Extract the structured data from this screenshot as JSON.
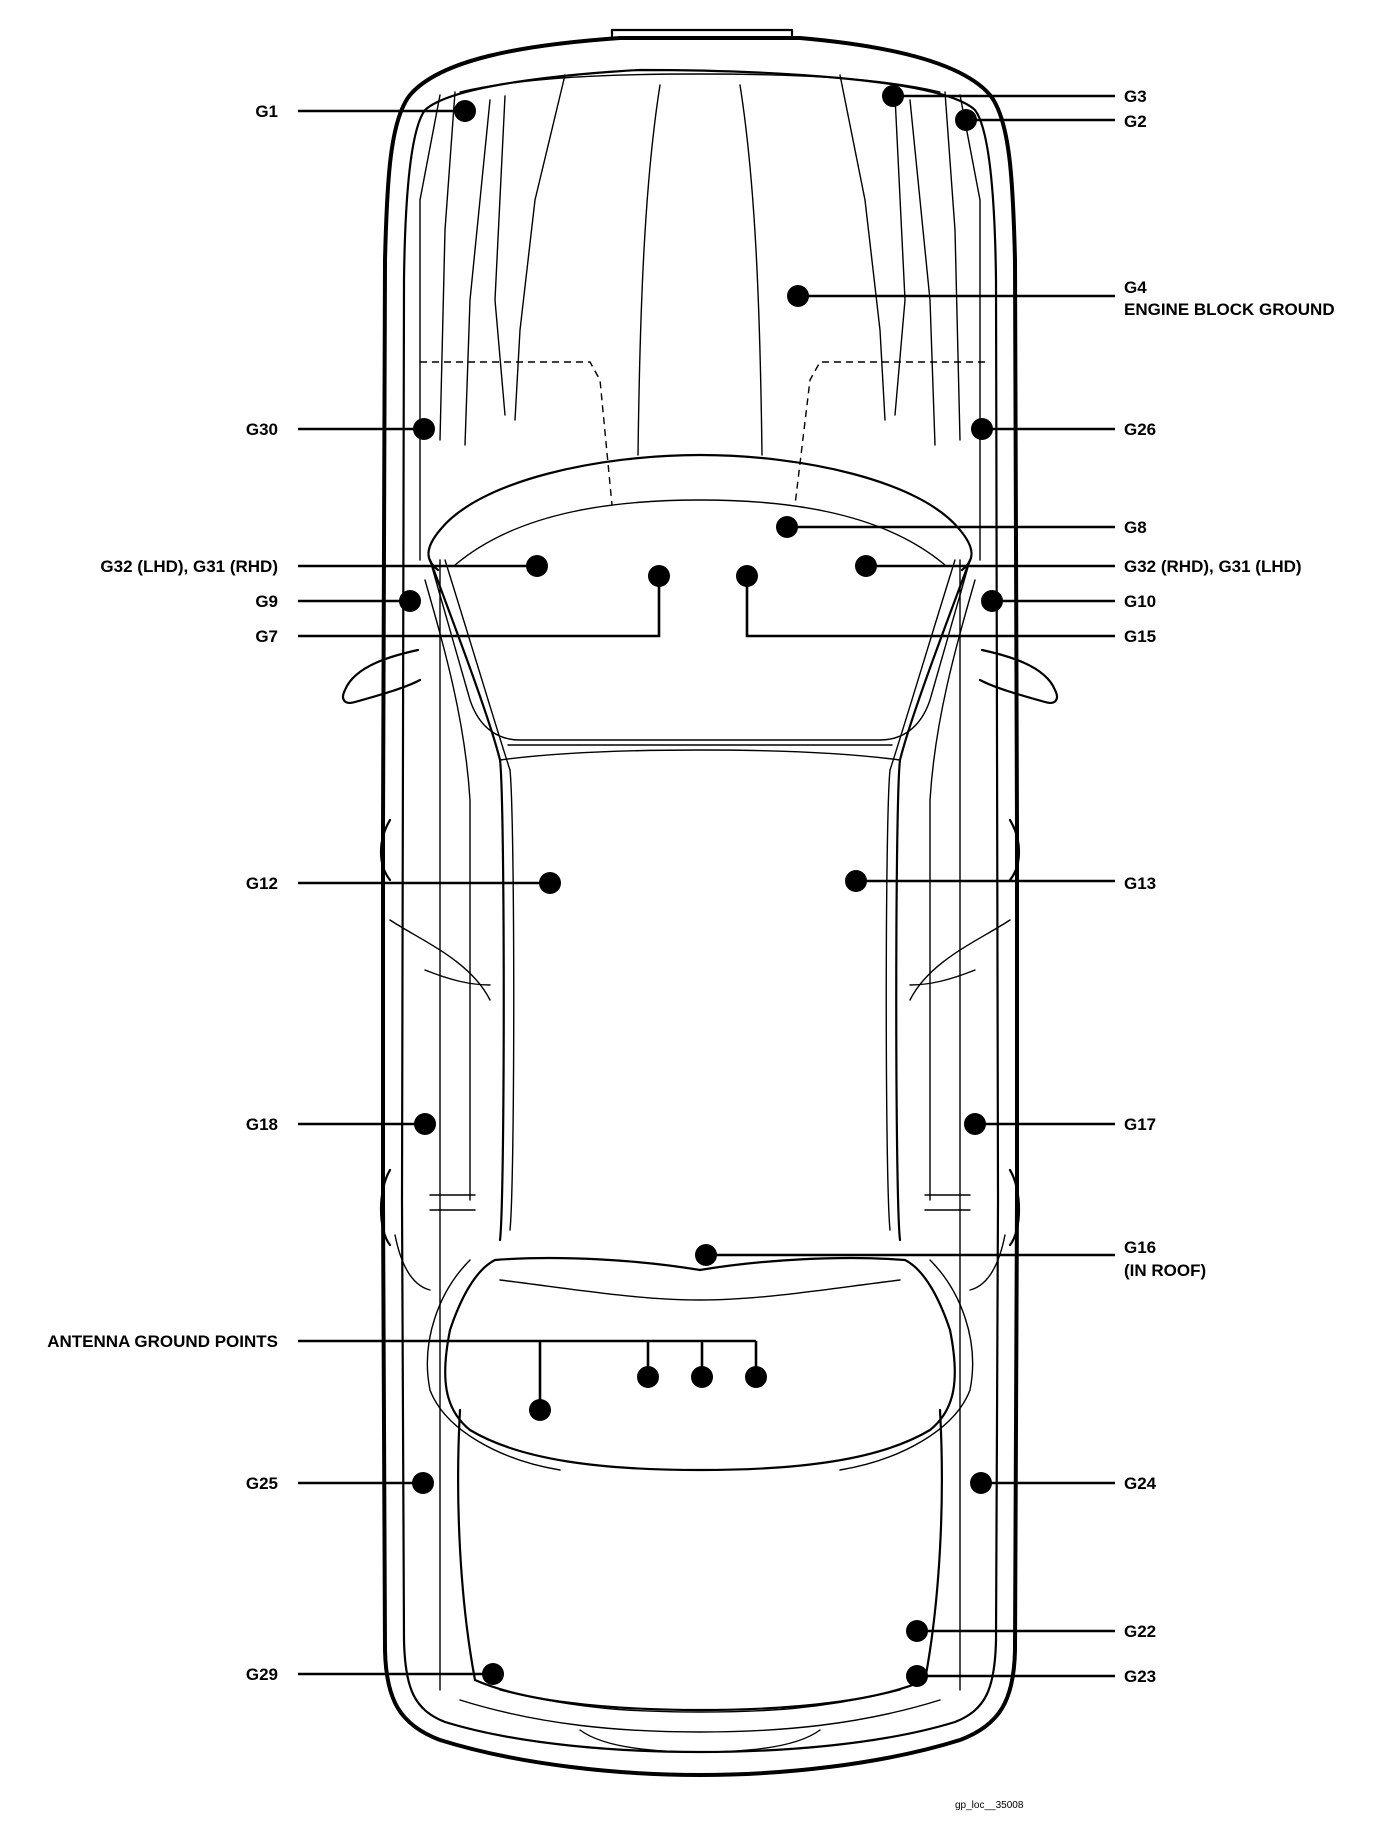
{
  "diagram": {
    "drawing_code": "gp_loc__35008",
    "labels": {
      "g1": "G1",
      "g3": "G3",
      "g2": "G2",
      "g4_line1": "G4",
      "g4_line2": "ENGINE BLOCK GROUND",
      "g30": "G30",
      "g26": "G26",
      "g8": "G8",
      "g32_left": "G32 (LHD), G31 (RHD)",
      "g32_right": "G32 (RHD), G31 (LHD)",
      "g9": "G9",
      "g10": "G10",
      "g7": "G7",
      "g15": "G15",
      "g12": "G12",
      "g13": "G13",
      "g18": "G18",
      "g17": "G17",
      "g16_line1": "G16",
      "g16_line2": "(IN ROOF)",
      "antenna": "ANTENNA GROUND POINTS",
      "g25": "G25",
      "g24": "G24",
      "g22": "G22",
      "g29": "G29",
      "g23": "G23"
    }
  }
}
